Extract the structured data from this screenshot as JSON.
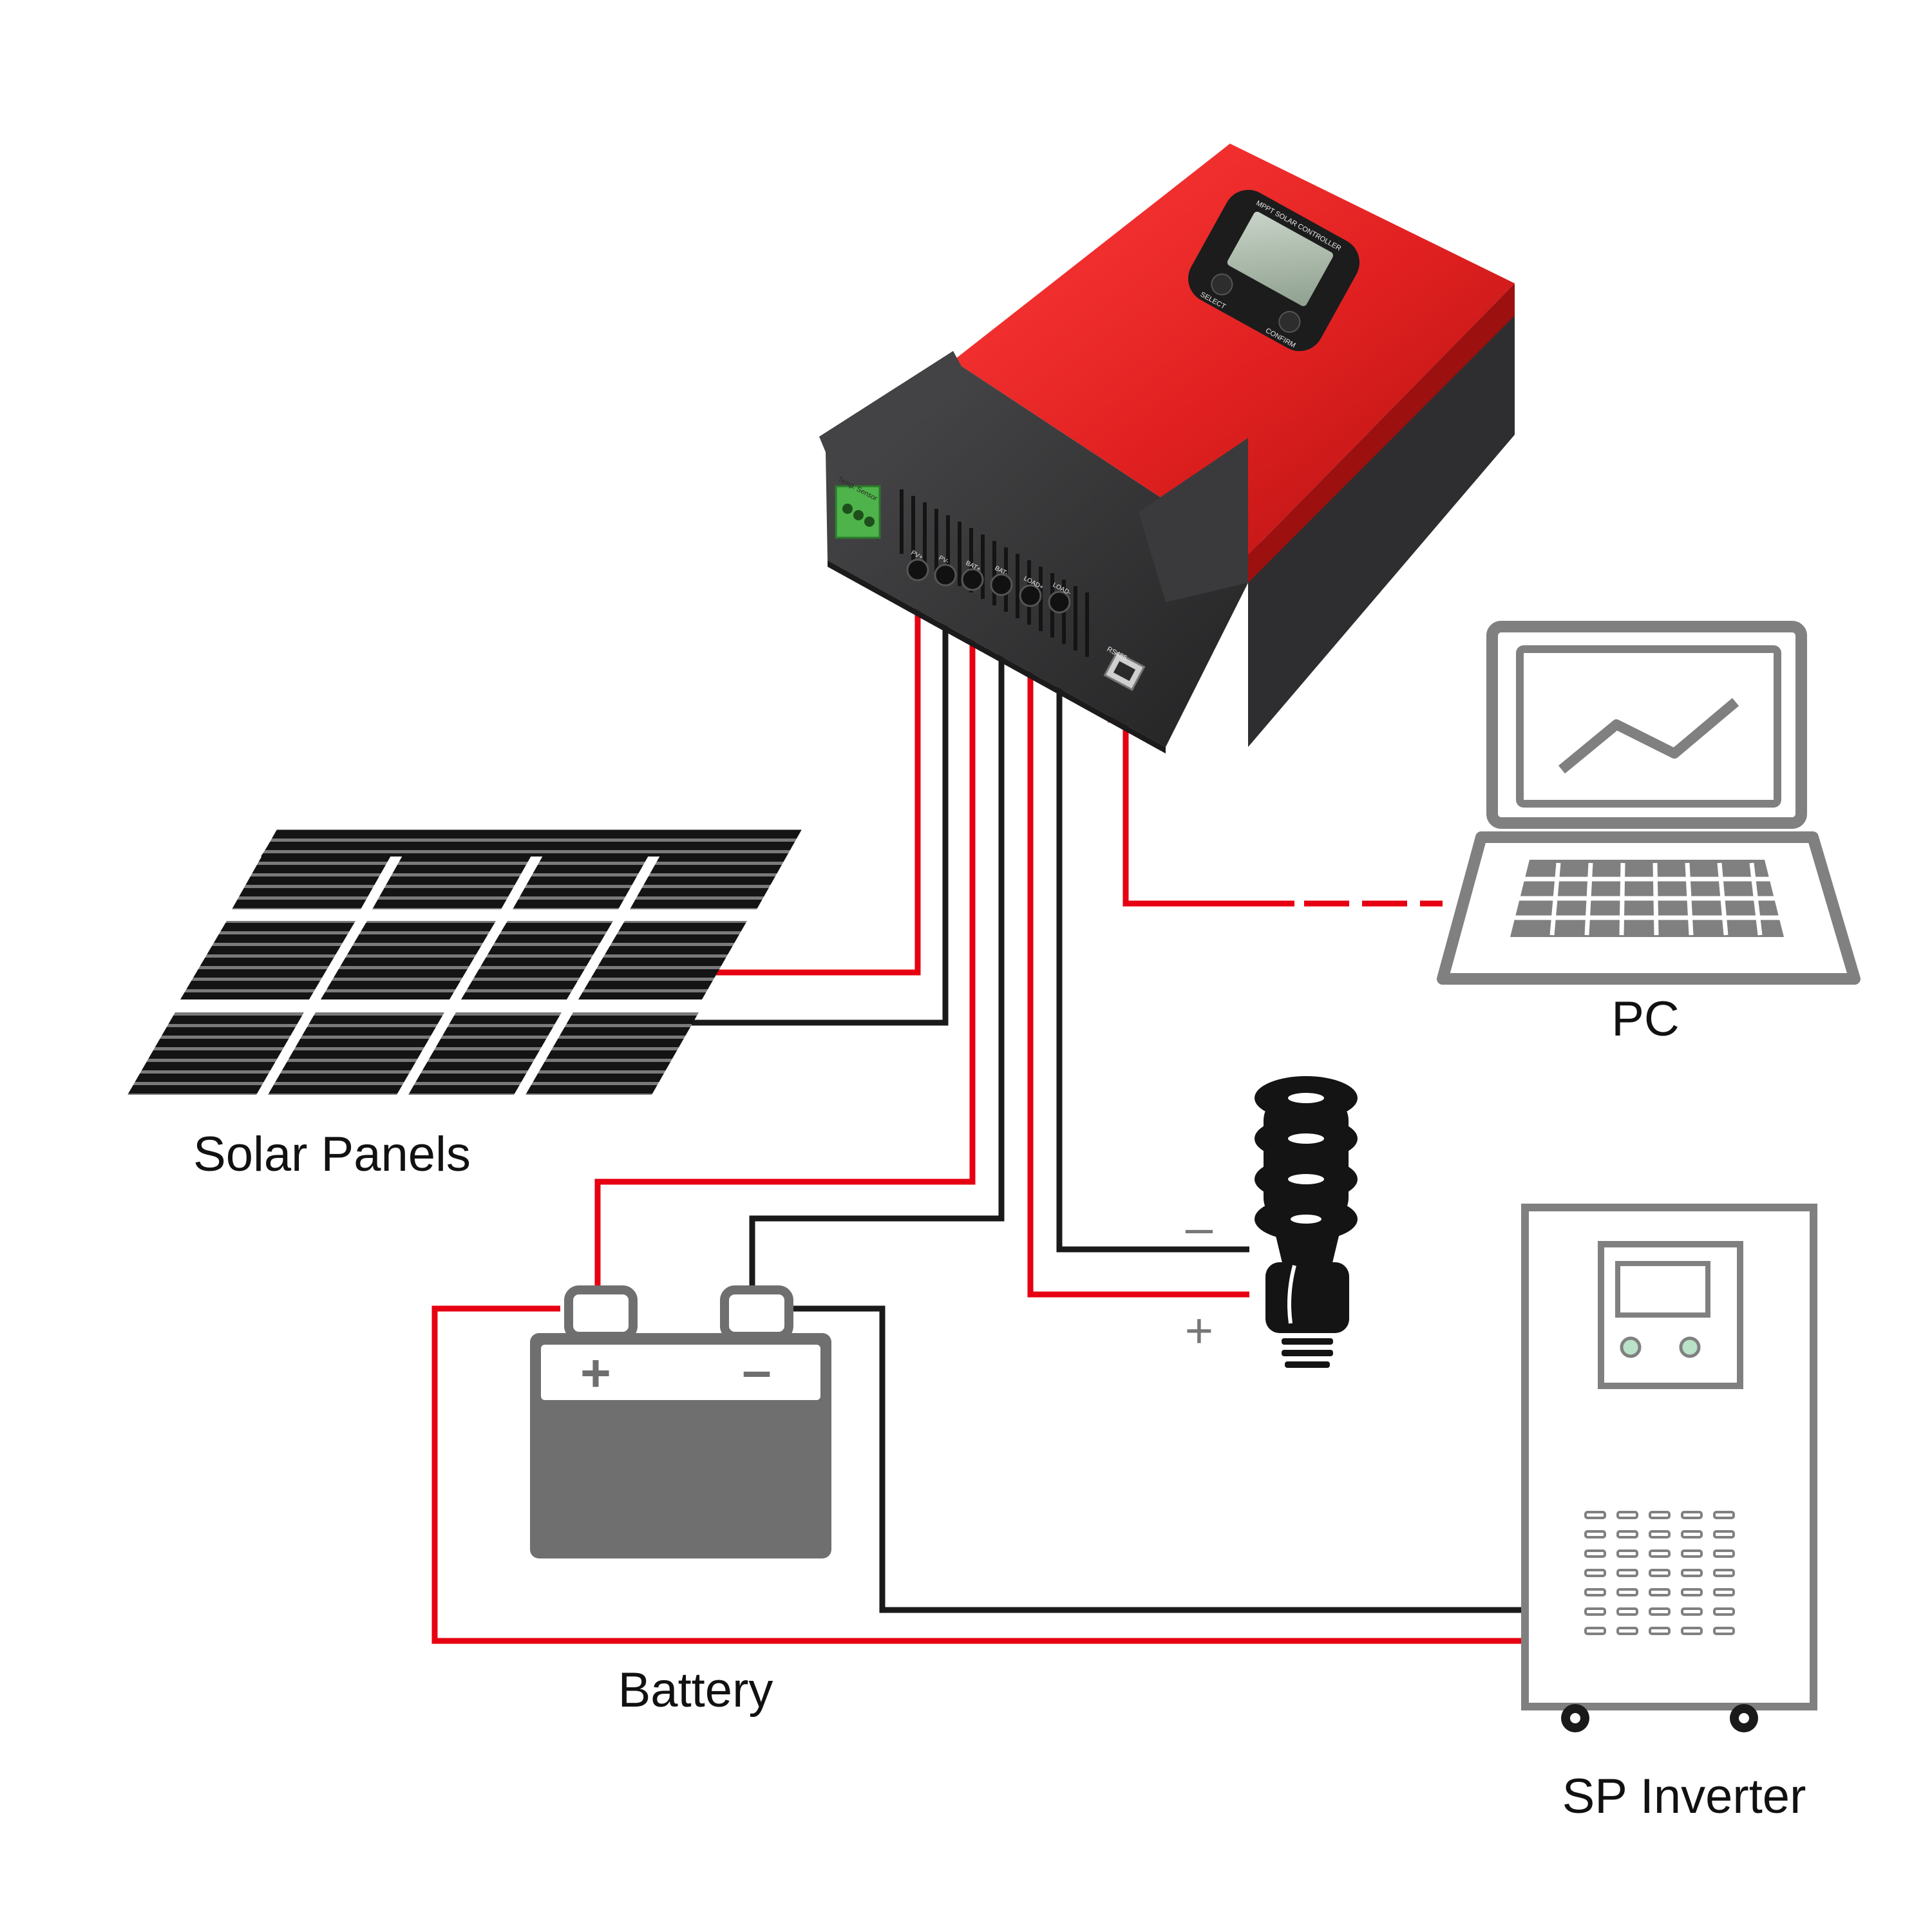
{
  "labels": {
    "solar_panels": "Solar Panels",
    "battery": "Battery",
    "pc": "PC",
    "inverter": "SP Inverter",
    "minus": "–",
    "plus": "+"
  },
  "controller": {
    "panel_title": "MPPT SOLAR CONTROLLER",
    "select": "SELECT",
    "confirm": "CONFIRM",
    "temp": "Temp. Sensor",
    "terminals": [
      "PV+",
      "PV-",
      "BAT+",
      "BAT-",
      "LOAD+",
      "LOAD-"
    ],
    "rs485": "RS485"
  },
  "battery_marks": {
    "plus": "+",
    "minus": "–"
  },
  "colors": {
    "controller_red": "#e52222",
    "controller_dark": "#3b3b3d",
    "wire_red": "#e60012",
    "wire_black": "#1a1a1a",
    "icon_gray": "#6f6f70",
    "outline_gray": "#808080"
  }
}
